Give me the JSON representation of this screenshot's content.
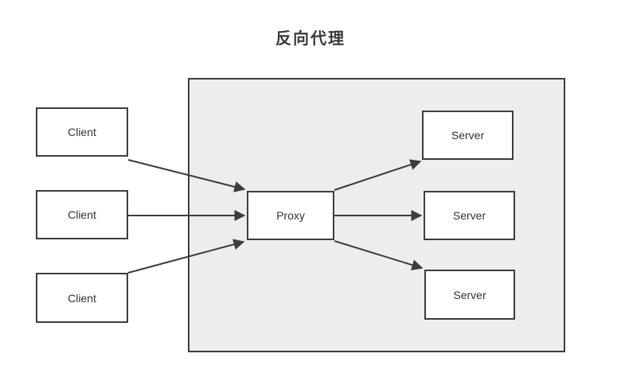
{
  "diagram": {
    "title": "反向代理",
    "clients": [
      {
        "label": "Client"
      },
      {
        "label": "Client"
      },
      {
        "label": "Client"
      }
    ],
    "proxy": {
      "label": "Proxy"
    },
    "servers": [
      {
        "label": "Server"
      },
      {
        "label": "Server"
      },
      {
        "label": "Server"
      }
    ],
    "connections": [
      {
        "from": "client-1",
        "to": "proxy"
      },
      {
        "from": "client-2",
        "to": "proxy"
      },
      {
        "from": "client-3",
        "to": "proxy"
      },
      {
        "from": "proxy",
        "to": "server-1"
      },
      {
        "from": "proxy",
        "to": "server-2"
      },
      {
        "from": "proxy",
        "to": "server-3"
      }
    ],
    "colors": {
      "background": "#ffffff",
      "zone_fill": "#ededed",
      "node_fill": "#ffffff",
      "stroke": "#3d3d3d",
      "text": "#333333"
    }
  }
}
